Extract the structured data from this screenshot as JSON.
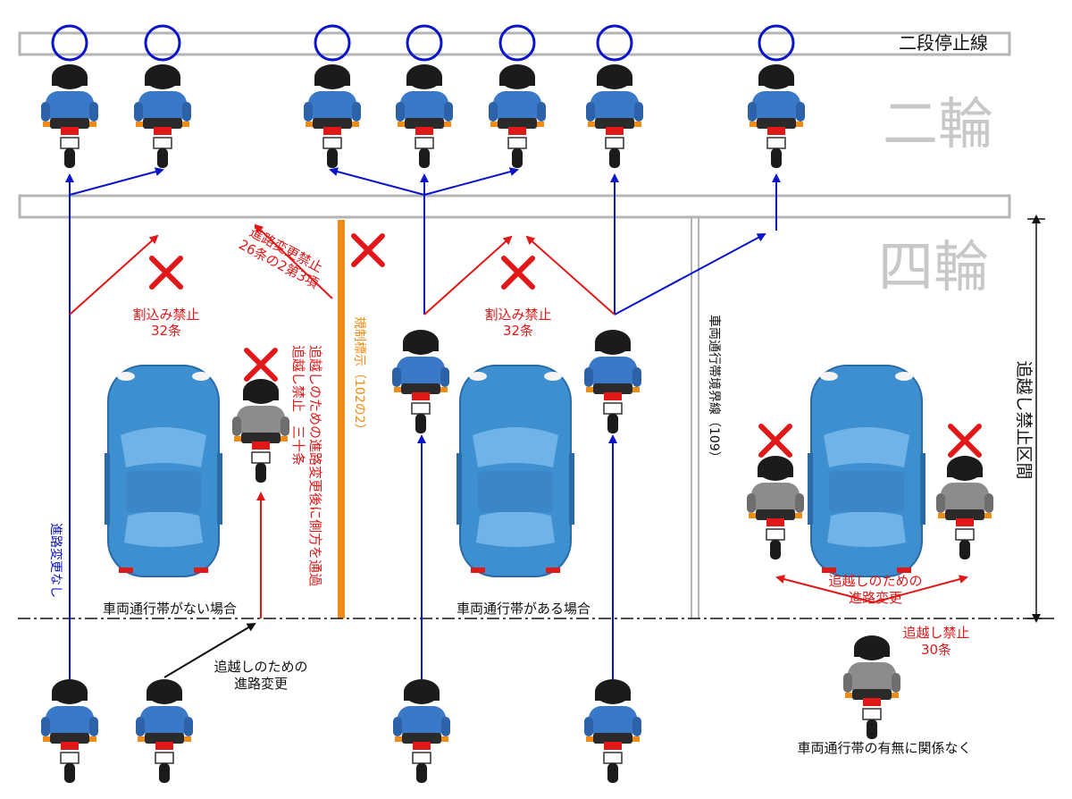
{
  "labels": {
    "stop_line": "二段停止線",
    "two_wheel": "二輪",
    "four_wheel": "四輪",
    "cut_in_left": "割込み禁止",
    "cut_in_left_art": "32条",
    "cut_in_mid": "割込み禁止",
    "cut_in_mid_art": "32条",
    "lane_change_ban_1": "進路変更禁止",
    "lane_change_ban_2": "26条の2第3項",
    "regulation_mark": "規制標示（102の2）",
    "overtake_ban_30": "追越し禁止　三十条",
    "side_pass": "追越しのための進路変更後に側方を通過",
    "no_lane_change": "進路変更なし",
    "no_lane_case": "車両通行帯がない場合",
    "lane_case": "車両通行帯がある場合",
    "overtake_change_1": "追越しのための",
    "overtake_change_2": "進路変更",
    "lane_boundary": "車両通行帯境界線（109）",
    "right_change_1": "追越しのための",
    "right_change_2": "進路変更",
    "overtake_zone": "追越し禁止区間",
    "overtake_ban_r1": "追越し禁止",
    "overtake_ban_r2": "30条",
    "regardless": "車両通行帯の有無に関係なく"
  },
  "colors": {
    "allowed": "#0a14c8",
    "forbidden": "#e01818",
    "regulation": "#f08c14",
    "lane_line": "#b4b4b4",
    "car": "#3e8fd0",
    "motorcycle_ok": "#3a78c8",
    "motorcycle_ng": "#8c8c8c"
  }
}
